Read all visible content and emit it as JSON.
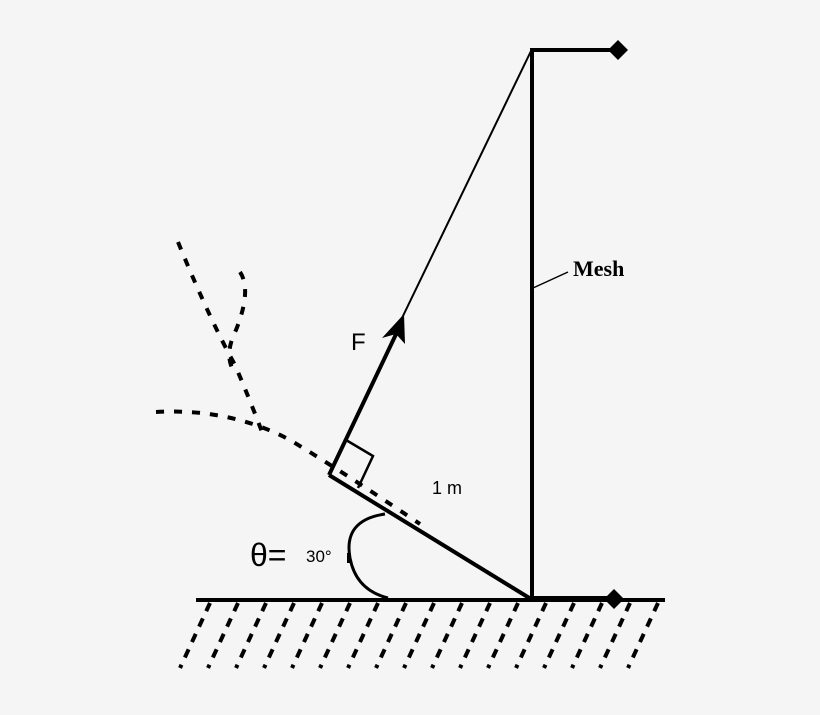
{
  "diagram": {
    "background": "#f5f5f5",
    "stroke_color": "#000000",
    "labels": {
      "force": "F",
      "length": "1 m",
      "theta_symbol": "θ=",
      "theta_value": "30°",
      "mesh": "Mesh"
    },
    "elements": {
      "ground": "ground line with hatching",
      "mesh_post": "vertical mesh post with diamond pin joints at top and bottom",
      "rod": "inclined rod of length 1 m at 30° to ground",
      "cable": "cable from rod end to top of mesh post",
      "force_arrow": "force F perpendicular to rod",
      "right_angle_marker": "square showing F perpendicular to rod",
      "angle_arc": "arc indicating angle theta",
      "dashed_paths": "dashed trajectory curves"
    }
  }
}
